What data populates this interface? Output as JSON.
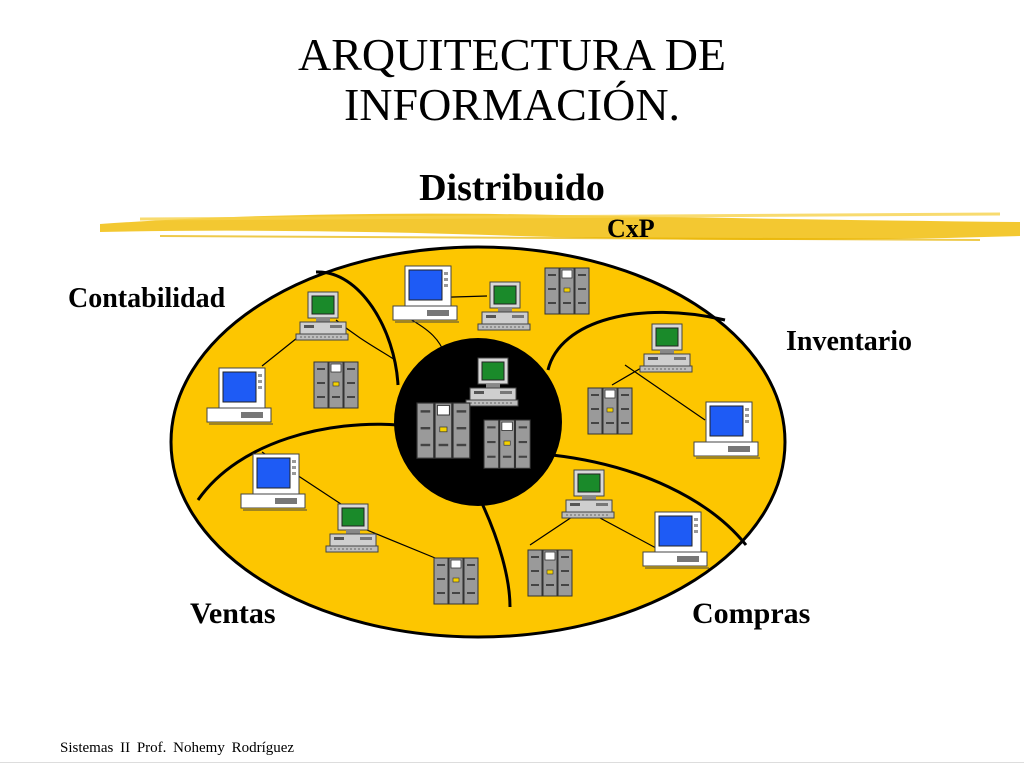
{
  "title": {
    "line1": "ARQUITECTURA DE",
    "line2": "INFORMACIÓN."
  },
  "subtitle": "Distribuido",
  "labels": {
    "cxp": "CxP",
    "contabilidad": "Contabilidad",
    "inventario": "Inventario",
    "ventas": "Ventas",
    "compras": "Compras"
  },
  "footer": "Sistemas II Prof. Nohemy Rodríguez",
  "colors": {
    "oval_fill": "#FDC600",
    "highlight_stroke": "#F2C21B",
    "center": "#000000",
    "screen_blue": "#1E5BF5",
    "screen_green": "#1A8A2A",
    "device_gray": "#9A9A9A"
  },
  "icons": [
    "monitor-icon",
    "workstation-icon",
    "server-rack-icon"
  ]
}
